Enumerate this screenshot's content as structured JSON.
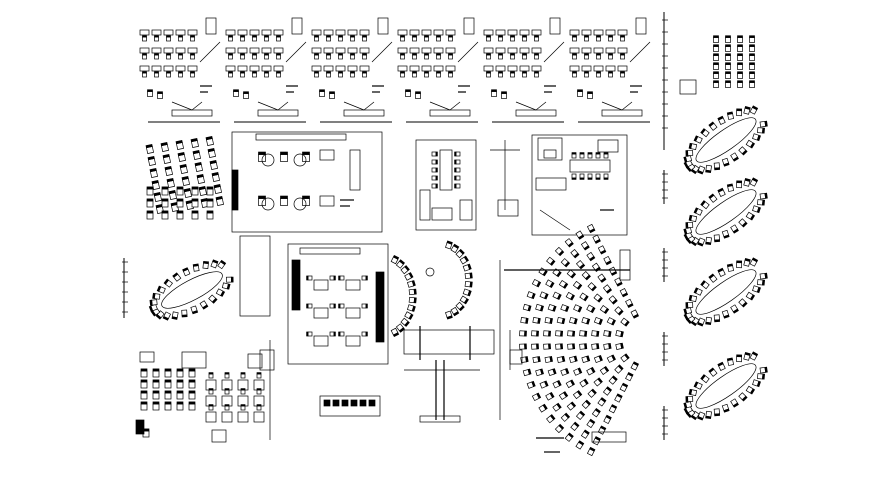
{
  "sheet": {
    "background": "#ffffff",
    "ink": "#000000"
  },
  "blocks": [
    {
      "name": "lecture-room-plan",
      "count": 6
    },
    {
      "name": "tiered-seating-block",
      "count": 1
    },
    {
      "name": "office-furniture-layout",
      "count": 4
    },
    {
      "name": "horseshoe-conference-seating",
      "count": 5
    },
    {
      "name": "fan-auditorium-seating",
      "count": 1
    },
    {
      "name": "curved-seating-row",
      "count": 2
    },
    {
      "name": "classroom-desk-layout",
      "count": 2
    },
    {
      "name": "elevation-detail",
      "count": 1
    }
  ]
}
